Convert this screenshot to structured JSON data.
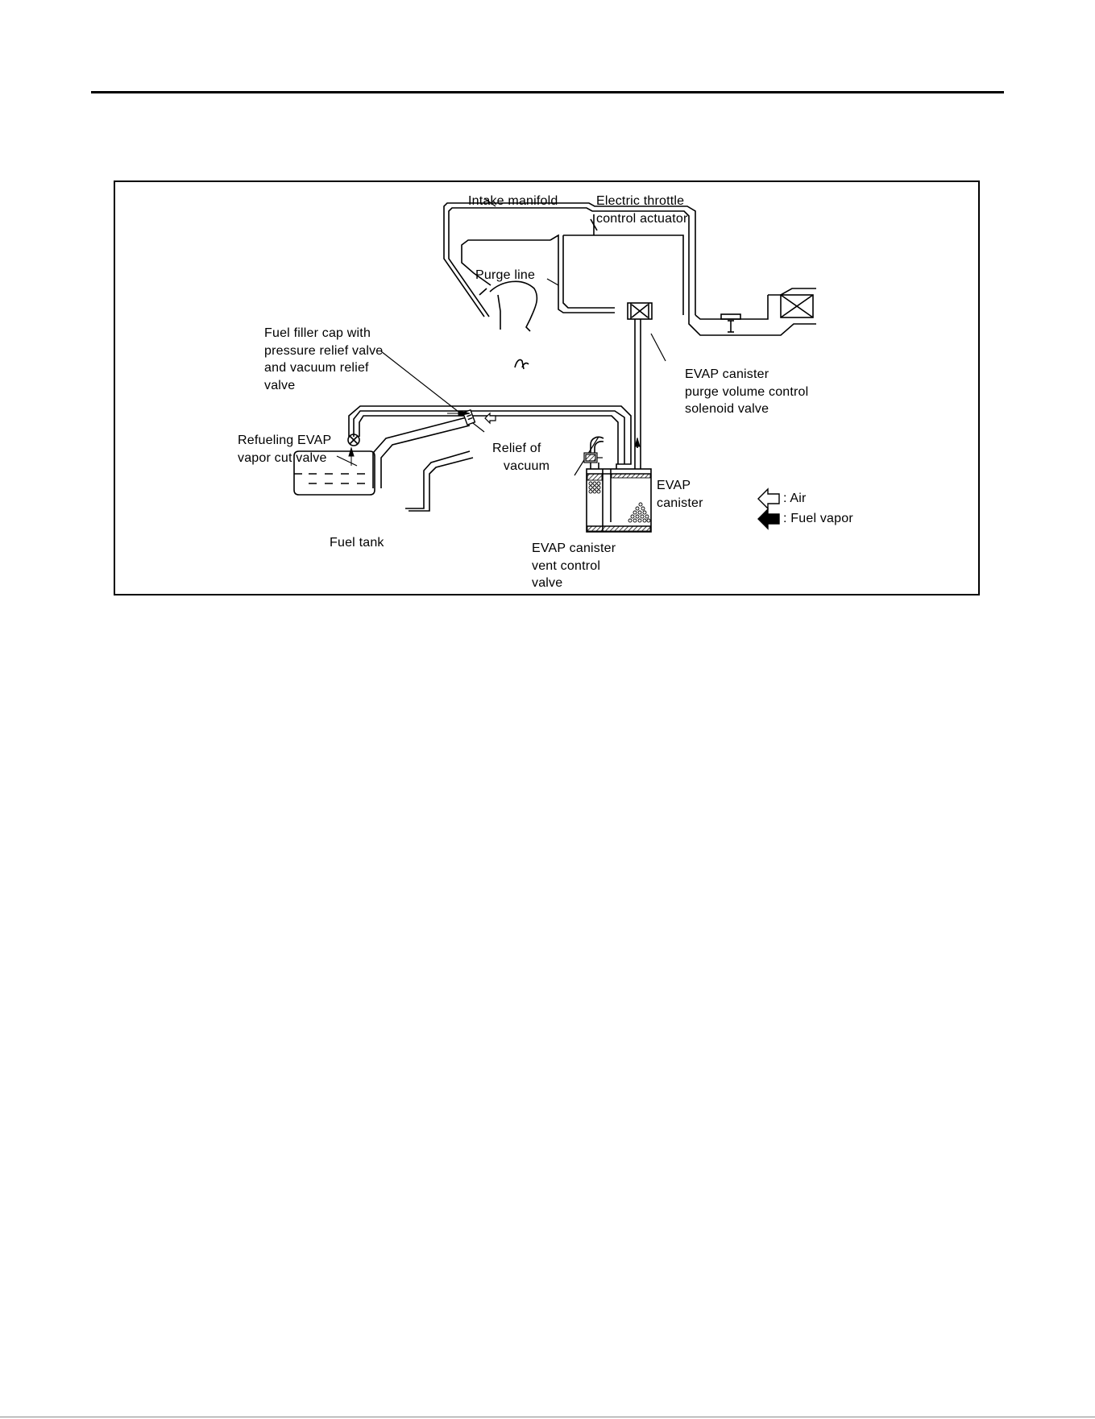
{
  "labels": {
    "intake_manifold": "Intake manifold",
    "throttle_actuator": "Electric throttle\ncontrol actuator",
    "purge_line": "Purge line",
    "filler_cap": "Fuel filler cap with\npressure relief valve\nand vacuum relief\nvalve",
    "purge_solenoid": "EVAP canister\npurge volume control\nsolenoid valve",
    "cut_valve": "Refueling EVAP\nvapor cut valve",
    "relief_vacuum": "Relief of\n   vacuum",
    "canister": "EVAP\ncanister",
    "fuel_tank": "Fuel tank",
    "vent_valve": "EVAP canister\nvent control\nvalve"
  },
  "legend": {
    "air": ": Air",
    "fuel_vapor": ": Fuel vapor"
  }
}
